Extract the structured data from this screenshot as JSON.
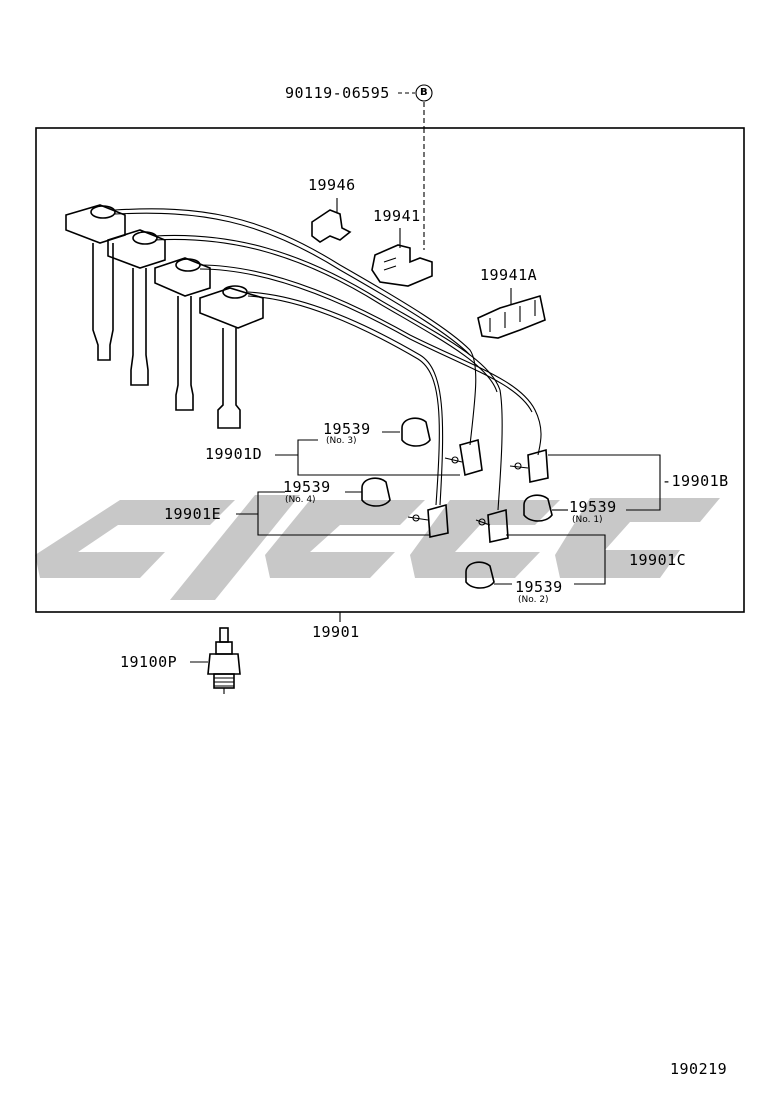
{
  "diagram": {
    "top_callout": {
      "part": "90119-06595",
      "marker": "B"
    },
    "labels": {
      "p19946": "19946",
      "p19941": "19941",
      "p19941A": "19941A",
      "p19539_no3": "19539",
      "p19539_no3_sub": "(No. 3)",
      "p19901D": "19901D",
      "p19539_no4": "19539",
      "p19539_no4_sub": "(No. 4)",
      "p19901E": "19901E",
      "p19901B": "-19901B",
      "p19539_no1": "19539",
      "p19539_no1_sub": "(No. 1)",
      "p19901C": "19901C",
      "p19539_no2": "19539",
      "p19539_no2_sub": "(No. 2)",
      "p19901": "19901",
      "p19100P": "19100P"
    },
    "figure_number": "190219",
    "colors": {
      "line": "#000000",
      "watermark": "#c8c8c8",
      "background": "#ffffff"
    }
  }
}
